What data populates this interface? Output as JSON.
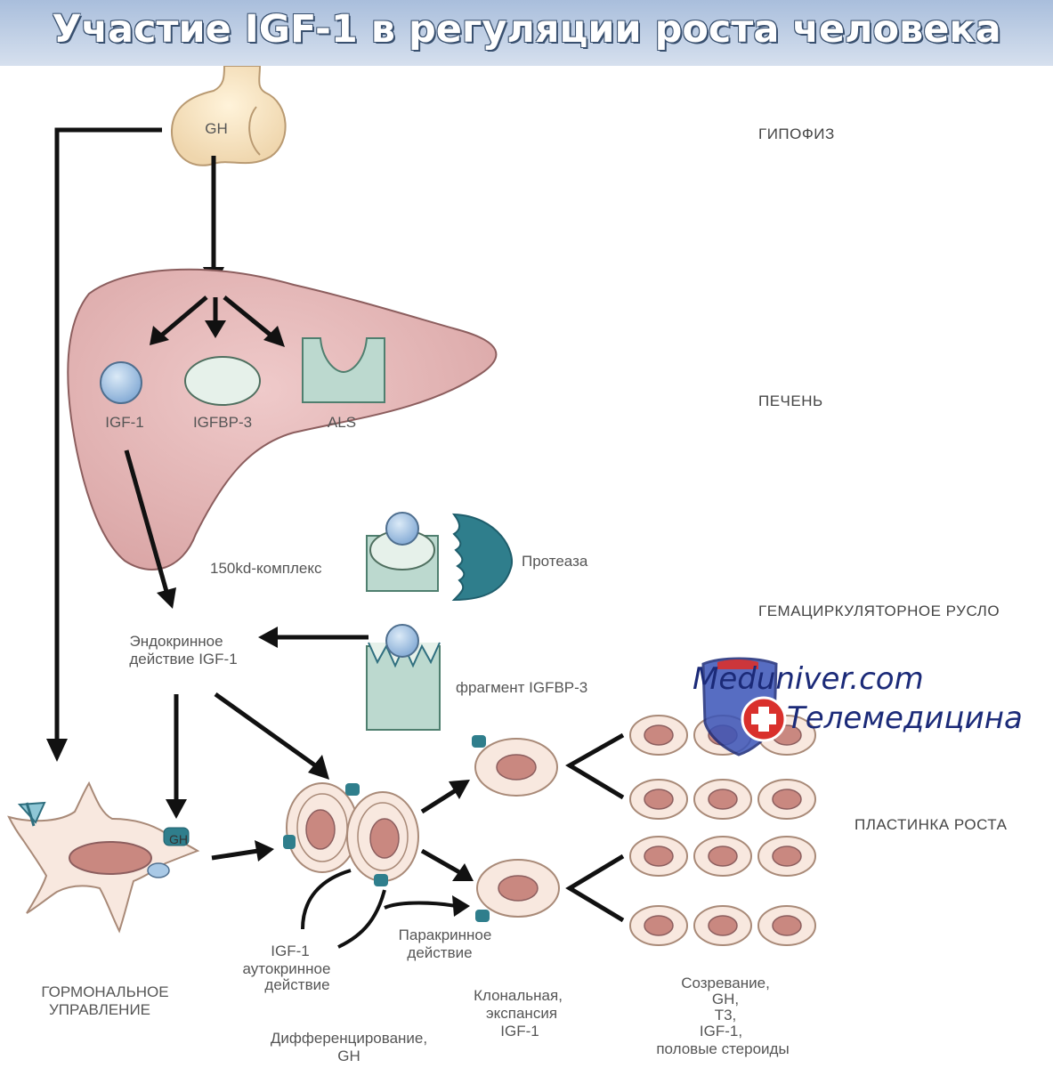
{
  "title": "Участие IGF-1 в регуляции роста человека",
  "zones": {
    "pituitary": "ГИПОФИЗ",
    "liver": "ПЕЧЕНЬ",
    "blood": "ГЕМАЦИРКУЛЯТОРНОЕ РУСЛО",
    "growth_plate": "ПЛАСТИНКА РОСТА"
  },
  "labels": {
    "gh": "GH",
    "igf1": "IGF-1",
    "igfbp3": "IGFBP-3",
    "als": "ALS",
    "complex": "150kd-комплекс",
    "protease": "Протеаза",
    "endocrine_1": "Эндокринное",
    "endocrine_2": "действие IGF-1",
    "fragment": "фрагмент IGFBP-3",
    "gh_receptor": "GH",
    "hormonal_1": "ГОРМОНАЛЬНОЕ",
    "hormonal_2": "УПРАВЛЕНИЕ",
    "autocrine_1": "IGF-1",
    "autocrine_2": "аутокринное",
    "autocrine_3": "действие",
    "paracrine_1": "Паракринное",
    "paracrine_2": "действие",
    "clonal_1": "Клональная,",
    "clonal_2": "экспансия",
    "clonal_3": "IGF-1",
    "maturation_1": "Созревание,",
    "maturation_2": "GH,",
    "maturation_3": "Т3,",
    "maturation_4": "IGF-1,",
    "maturation_5": "половые стероиды",
    "differentiation_1": "Дифференцирование,",
    "differentiation_2": "GH"
  },
  "watermark": {
    "site": "Meduniver.com",
    "subtitle": "Телемедицина"
  },
  "colors": {
    "title_text": "#ffffff",
    "title_band": "#b8c9e1",
    "liver": "#e7b9b9",
    "cell_fill": "#f8e8df",
    "nucleus": "#c98880",
    "receptor": "#2f7e8c",
    "igf_ball": "#a9c9e6",
    "als_green": "#bcd9cf",
    "watermark_blue": "#1b2a78",
    "watermark_red": "#d9302c"
  }
}
